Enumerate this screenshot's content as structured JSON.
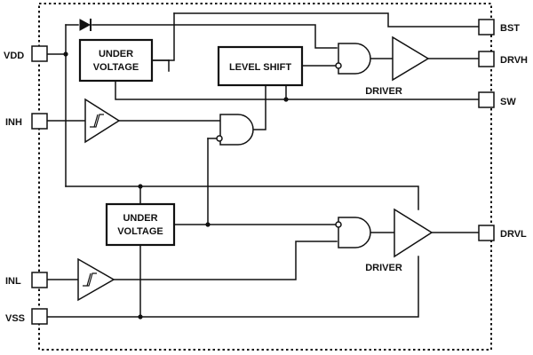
{
  "pins": {
    "vdd": "VDD",
    "inh": "INH",
    "inl": "INL",
    "vss": "VSS",
    "bst": "BST",
    "drvh": "DRVH",
    "sw": "SW",
    "drvl": "DRVL"
  },
  "blocks": {
    "uvlo_high_line1": "UNDER",
    "uvlo_high_line2": "VOLTAGE",
    "level_shift": "LEVEL SHIFT",
    "uvlo_low_line1": "UNDER",
    "uvlo_low_line2": "VOLTAGE"
  },
  "labels": {
    "driver_high": "DRIVER",
    "driver_low": "DRIVER"
  }
}
